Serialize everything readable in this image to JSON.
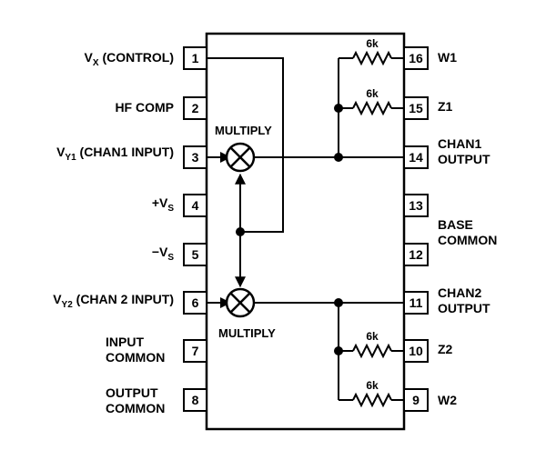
{
  "left_pins": [
    {
      "num": "1",
      "label": "V",
      "sub": "X",
      "suffix": " (CONTROL)"
    },
    {
      "num": "2",
      "label": "HF COMP"
    },
    {
      "num": "3",
      "label": "V",
      "sub": "Y1",
      "suffix": " (CHAN1 INPUT)"
    },
    {
      "num": "4",
      "label": "+V",
      "sub": "S"
    },
    {
      "num": "5",
      "label": "−V",
      "sub": "S"
    },
    {
      "num": "6",
      "label": "V",
      "sub": "Y2",
      "suffix": " (CHAN 2 INPUT)"
    },
    {
      "num": "7",
      "label": "INPUT",
      "label2": "COMMON"
    },
    {
      "num": "8",
      "label": "OUTPUT",
      "label2": "COMMON"
    }
  ],
  "right_pins": [
    {
      "num": "16",
      "label": "W1"
    },
    {
      "num": "15",
      "label": "Z1"
    },
    {
      "num": "14",
      "label": "CHAN1",
      "label2": "OUTPUT"
    },
    {
      "num": "13",
      "label": ""
    },
    {
      "num": "12",
      "label": ""
    },
    {
      "num": "11",
      "label": "CHAN2",
      "label2": "OUTPUT"
    },
    {
      "num": "10",
      "label": "Z2"
    },
    {
      "num": "9",
      "label": "W2"
    }
  ],
  "base_common": {
    "line1": "BASE",
    "line2": "COMMON"
  },
  "multipliers": {
    "top_label": "MULTIPLY",
    "bottom_label": "MULTIPLY"
  },
  "resistors": {
    "r1": "6k",
    "r2": "6k",
    "r3": "6k",
    "r4": "6k"
  }
}
